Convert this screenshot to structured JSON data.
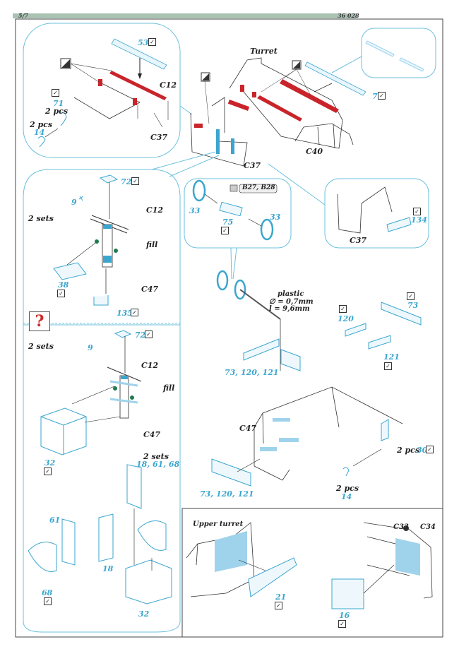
{
  "header": {
    "page": "5/7",
    "code": "36 028"
  },
  "colors": {
    "accent_blue": "#3aa6cf",
    "photo_etch_fill": "#9fd3ec",
    "red_part": "#c9242a",
    "header_bar": "#a9c2b3",
    "fill_green": "#1f7a4d",
    "question_red": "#cc2a2a"
  },
  "help_icon": {
    "symbol": "?"
  },
  "step_top_left": {
    "part53": "53",
    "label_c12": "C12",
    "label_c37": "C37",
    "part71": "71",
    "qty71": "2 pcs",
    "qty14": "2 pcs",
    "part14": "14"
  },
  "step_turret": {
    "title": "Turret",
    "label_c40": "C40",
    "label_c37": "C37",
    "part7": "7"
  },
  "step_set_a": {
    "sets": "2 sets",
    "part9": "9",
    "part72": "72",
    "label_c12": "C12",
    "fill": "fill",
    "label_c47": "C47",
    "part38": "38",
    "part135": "135"
  },
  "step_set_b": {
    "sets": "2 sets",
    "part9": "9",
    "part72": "72",
    "label_c12": "C12",
    "fill": "fill",
    "label_c47": "C47",
    "part32": "32"
  },
  "step_box": {
    "sets": "2 sets",
    "parts": "18, 61, 68",
    "part61": "61",
    "part18": "18",
    "part68": "68",
    "part32": "32"
  },
  "step_spool": {
    "part33a": "33",
    "part33b": "33",
    "part75": "75",
    "remove_label": "B27, B28",
    "plastic_title": "plastic",
    "plastic_diameter": "∅ = 0,7mm",
    "plastic_length": "l = 9,6mm",
    "assembly_parts": "73, 120, 121"
  },
  "step_c37_detail": {
    "label_c37": "C37",
    "part134": "134"
  },
  "step_bracket": {
    "part120": "120",
    "part73": "73",
    "part121": "121"
  },
  "step_c47": {
    "label_c47": "C47",
    "assembly_parts": "73, 120, 121",
    "qty30": "2 pcs",
    "part30": "30",
    "qty14": "2 pcs",
    "part14": "14"
  },
  "step_upper_turret": {
    "title": "Upper turret",
    "part21": "21"
  },
  "step_c33": {
    "label_c33": "C33",
    "label_c34": "C34",
    "part16": "16"
  },
  "check_mark": "✓"
}
